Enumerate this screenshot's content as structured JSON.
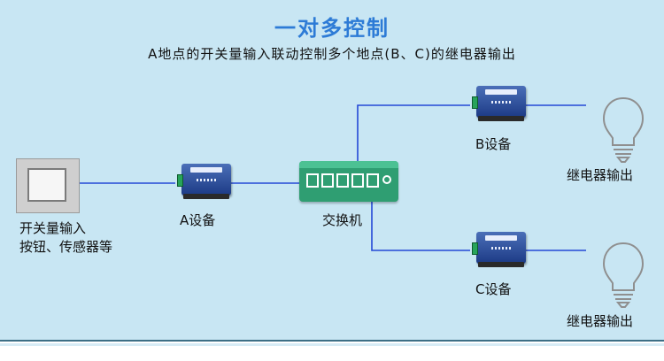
{
  "title": "一对多控制",
  "subtitle": "A地点的开关量输入联动控制多个地点(B、C)的继电器输出",
  "nodes": {
    "input_switch": {
      "label_line1": "开关量输入",
      "label_line2": "按钮、传感器等"
    },
    "device_a": {
      "label": "A设备"
    },
    "network_switch": {
      "label": "交换机"
    },
    "device_b": {
      "label": "B设备"
    },
    "device_c": {
      "label": "C设备"
    },
    "relay_output_b": {
      "label": "继电器输出"
    },
    "relay_output_c": {
      "label": "继电器输出"
    }
  },
  "colors": {
    "background": "#c8e6f3",
    "title": "#2d7bd6",
    "wire": "#2448d6",
    "switch_body": "#2f9e72",
    "device_body": "#2a4d9e"
  }
}
